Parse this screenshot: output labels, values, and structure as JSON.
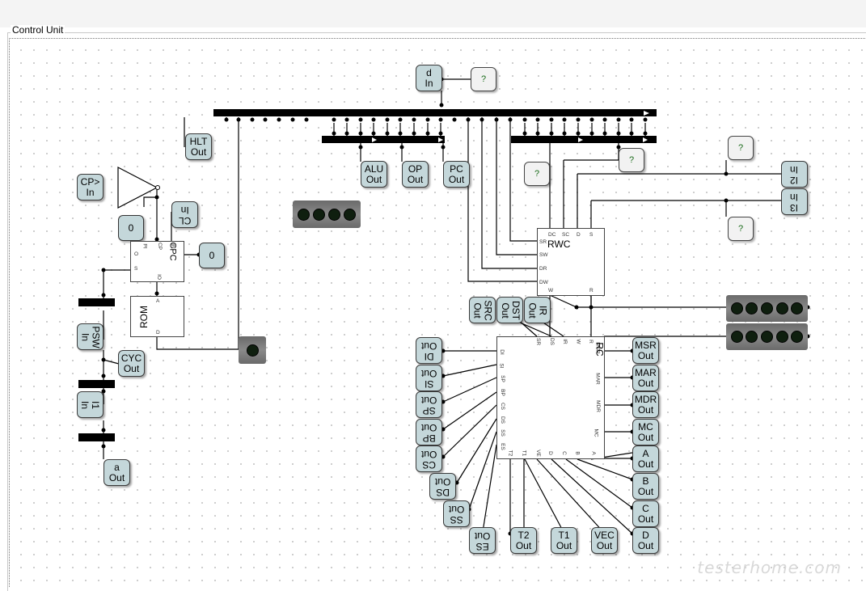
{
  "group": {
    "title": "Control Unit"
  },
  "top_pins": [
    {
      "id": "d-in",
      "label": "d\nIn"
    }
  ],
  "probes": [
    "?",
    "?",
    "?",
    "?",
    "?"
  ],
  "constants": [
    "0",
    "0"
  ],
  "pins": {
    "hlt": "HLT\nOut",
    "alu": "ALU\nOut",
    "op": "OP\nOut",
    "pc": "PC\nOut",
    "cp": "CP>\nIn",
    "cl": "CL\nIn",
    "psw": "PSW\nIn",
    "cyc": "CYC\nOut",
    "i1": "I1\nIn",
    "a_small": "a\nOut",
    "i2": "I2\nIn",
    "i3": "I3\nIn",
    "src": "SRC\nOut",
    "dst": "DST\nOut",
    "ir": "IR\nOut",
    "msr": "MSR\nOut",
    "mar": "MAR\nOut",
    "mdr": "MDR\nOut",
    "mc": "MC\nOut",
    "a": "A\nOut",
    "b": "B\nOut",
    "c": "C\nOut",
    "d": "D\nOut",
    "di": "DI\nOut",
    "si": "SI\nOut",
    "sp": "SP\nOut",
    "bp": "BP\nOut",
    "cs": "CS\nOut",
    "ds": "DS\nOut",
    "ss": "SS\nOut",
    "es": "ES\nOut",
    "t2": "T2\nOut",
    "t1": "T1\nOut",
    "vec": "VEC\nOut"
  },
  "chips": {
    "cpc": {
      "name": "CPC",
      "pins": [
        "PI",
        "CP",
        "CL",
        "IN",
        "O",
        "S",
        "IO"
      ]
    },
    "rom": {
      "name": "ROM",
      "pins": [
        "A",
        "D"
      ]
    },
    "rwc": {
      "name": "RWC",
      "pins": [
        "DC",
        "SC",
        "D",
        "S",
        "SR",
        "SW",
        "DR",
        "DW",
        "W",
        "R"
      ]
    },
    "rc": {
      "name": "RC",
      "top_pins": [
        "SR",
        "DS",
        "IR",
        "W",
        "R",
        "MSR"
      ],
      "left_pins": [
        "DI",
        "SI",
        "SP",
        "BP",
        "CS",
        "DS",
        "SS",
        "ES"
      ],
      "right_pins": [
        "MAR",
        "MDR",
        "MC",
        "A"
      ],
      "bottom_pins": [
        "T2",
        "T1",
        "VE",
        "D",
        "C",
        "B",
        "A"
      ]
    }
  },
  "watermark": "testerhome.com",
  "colors": {
    "pin_fill": "#c4d7da",
    "probe_text": "#1a6b1a",
    "bus": "#000000",
    "led_bar": "#777777"
  }
}
